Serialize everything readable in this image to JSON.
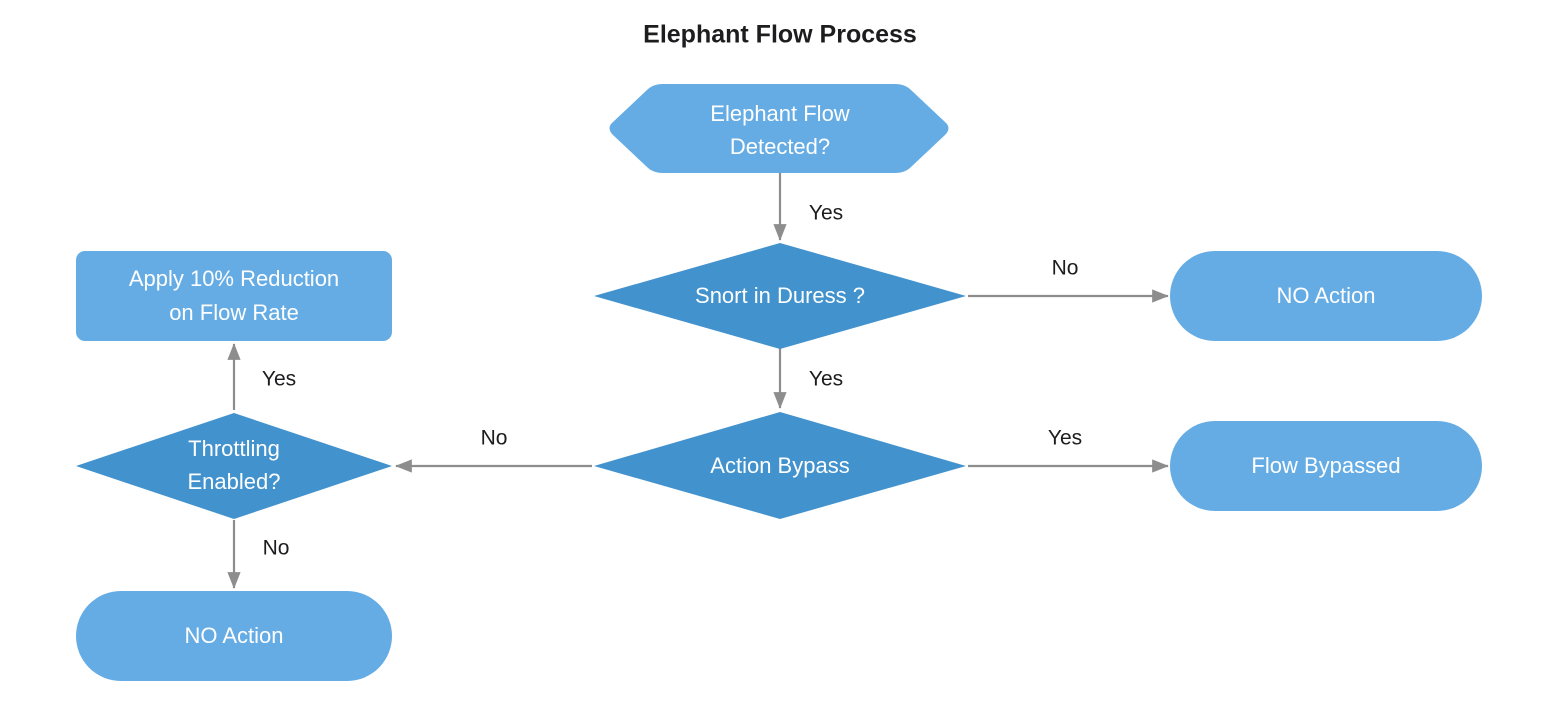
{
  "title": "Elephant Flow Process",
  "colors": {
    "node_light": "#65ACE5",
    "node_dark": "#4292CE",
    "node_text": "#ffffff",
    "title_text": "#1d1d1f",
    "edge_line": "#8d8d8d",
    "edge_label_text": "#1d1d1f",
    "background": "#ffffff"
  },
  "nodes": {
    "elephant_flow_detected": {
      "label_line1": "Elephant Flow",
      "label_line2": "Detected?",
      "shape": "hexagon",
      "fill": "node_light"
    },
    "snort_in_duress": {
      "label_line1": "Snort in Duress ?",
      "shape": "diamond",
      "fill": "node_dark"
    },
    "no_action_right": {
      "label_line1": "NO Action",
      "shape": "stadium",
      "fill": "node_light"
    },
    "action_bypass": {
      "label_line1": "Action Bypass",
      "shape": "diamond",
      "fill": "node_dark"
    },
    "flow_bypassed": {
      "label_line1": "Flow Bypassed",
      "shape": "stadium",
      "fill": "node_light"
    },
    "throttling_enabled": {
      "label_line1": "Throttling",
      "label_line2": "Enabled?",
      "shape": "diamond",
      "fill": "node_dark"
    },
    "apply_reduction": {
      "label_line1": "Apply 10% Reduction",
      "label_line2": "on Flow Rate",
      "shape": "rounded-rect",
      "fill": "node_light"
    },
    "no_action_bottom": {
      "label_line1": "NO Action",
      "shape": "stadium",
      "fill": "node_light"
    }
  },
  "edges": [
    {
      "id": "detected-to-snort",
      "from": "elephant_flow_detected",
      "to": "snort_in_duress",
      "label": "Yes"
    },
    {
      "id": "snort-to-no-action",
      "from": "snort_in_duress",
      "to": "no_action_right",
      "label": "No"
    },
    {
      "id": "snort-to-bypass",
      "from": "snort_in_duress",
      "to": "action_bypass",
      "label": "Yes"
    },
    {
      "id": "bypass-to-flow-bypassed",
      "from": "action_bypass",
      "to": "flow_bypassed",
      "label": "Yes"
    },
    {
      "id": "bypass-to-throttling",
      "from": "action_bypass",
      "to": "throttling_enabled",
      "label": "No"
    },
    {
      "id": "throttling-to-apply",
      "from": "throttling_enabled",
      "to": "apply_reduction",
      "label": "Yes"
    },
    {
      "id": "throttling-to-no-action",
      "from": "throttling_enabled",
      "to": "no_action_bottom",
      "label": "No"
    }
  ]
}
